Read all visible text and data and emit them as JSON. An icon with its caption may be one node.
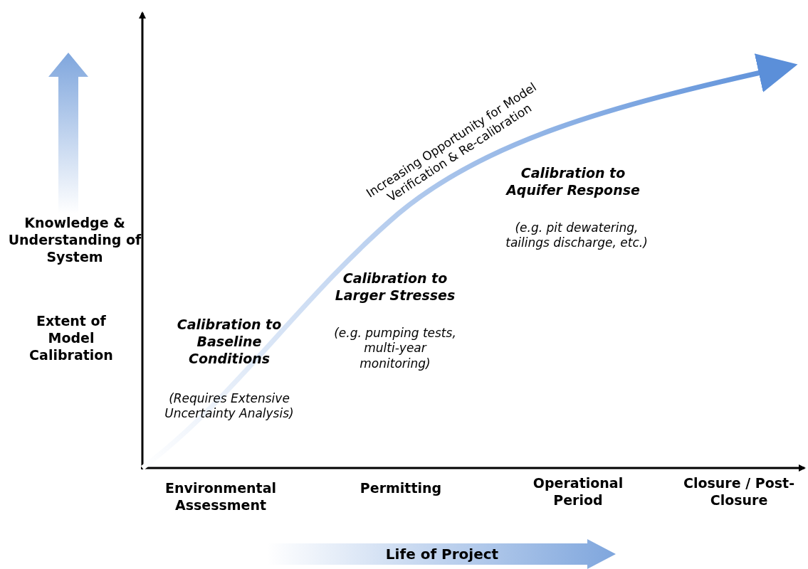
{
  "diagram": {
    "nodes": [
      {
        "text": [
          "Life of Project"
        ]
      }
    ],
    "labels": [
      "Increasing Opportunity for Model Verification & Re-calibration",
      "Calibration to Aquifer Response",
      "(e.g. pit dewatering, tailings discharge, etc.)",
      "Knowledge & Understanding of System",
      "Calibration to Larger Stresses",
      "(e.g. pumping tests, multi-year monitoring)",
      "Extent of Model Calibration",
      "Calibration to Baseline Conditions",
      "(Requires Extensive Uncertainty Analysis)",
      "Environmental Assessment",
      "Permitting",
      "Operational Period",
      "Closure / Post-Closure"
    ]
  }
}
